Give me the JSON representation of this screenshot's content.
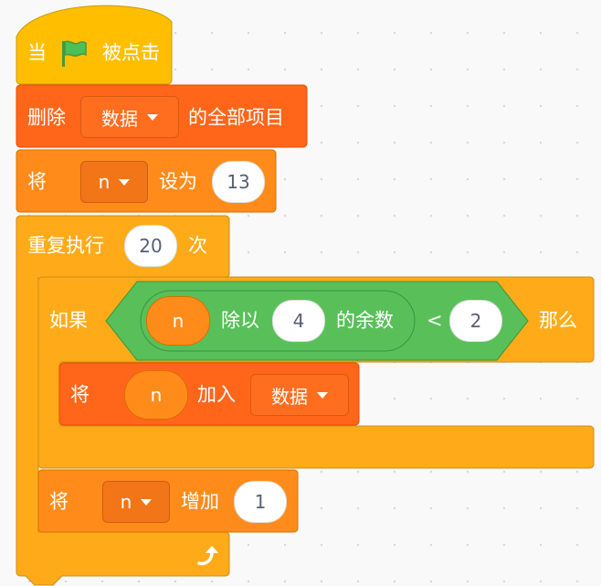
{
  "script": {
    "hat": {
      "prefix": "当",
      "suffix": "被点击",
      "icon": "green-flag-icon"
    },
    "delete_all": {
      "prefix": "删除",
      "list": "数据",
      "suffix": "的全部项目"
    },
    "set_var": {
      "prefix": "将",
      "variable": "n",
      "middle": "设为",
      "value": "13"
    },
    "repeat": {
      "prefix": "重复执行",
      "count": "20",
      "suffix": "次"
    },
    "if_block": {
      "prefix": "如果",
      "condition": {
        "left_reporter": "n",
        "mod_label": "除以",
        "divisor": "4",
        "mod_suffix": "的余数",
        "operator": "<",
        "right_value": "2"
      },
      "suffix": "那么"
    },
    "add_to_list": {
      "prefix": "将",
      "item": "n",
      "middle": "加入",
      "list": "数据"
    },
    "change_var": {
      "prefix": "将",
      "variable": "n",
      "middle": "增加",
      "value": "1"
    },
    "loop_icon": "loop-arrow-icon"
  },
  "colors": {
    "events": "#ffbf00",
    "control": "#ffab19",
    "variables": "#ff8c1a",
    "lists": "#ff661a",
    "operators": "#59c059"
  }
}
